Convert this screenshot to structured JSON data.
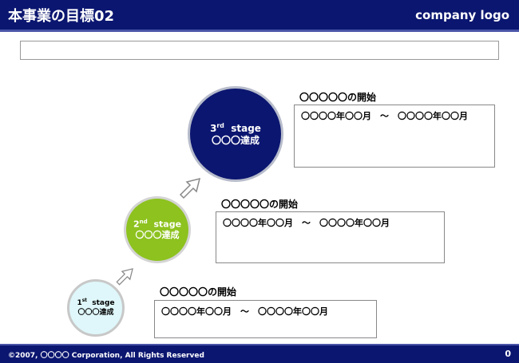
{
  "header": {
    "title": "本事業の目標02",
    "logo": "company logo"
  },
  "stages": [
    {
      "num": "3",
      "suffix": "rd",
      "word": "stage",
      "sub": "〇〇〇達成",
      "label": "〇〇〇〇〇の開始",
      "period": "〇〇〇〇年〇〇月　～　〇〇〇〇年〇〇月"
    },
    {
      "num": "2",
      "suffix": "nd",
      "word": "stage",
      "sub": "〇〇〇達成",
      "label": "〇〇〇〇〇の開始",
      "period": "〇〇〇〇年〇〇月　～　〇〇〇〇年〇〇月"
    },
    {
      "num": "1",
      "suffix": "st",
      "word": "stage",
      "sub": "〇〇〇達成",
      "label": "〇〇〇〇〇の開始",
      "period": "〇〇〇〇年〇〇月　～　〇〇〇〇年〇〇月"
    }
  ],
  "footer": {
    "copyright": "©2007, 〇〇〇〇 Corporation, All Rights Reserved",
    "page": "0"
  },
  "colors": {
    "navy": "#0b1670",
    "green": "#8dc21f",
    "lightcyan": "#dff7fa"
  }
}
